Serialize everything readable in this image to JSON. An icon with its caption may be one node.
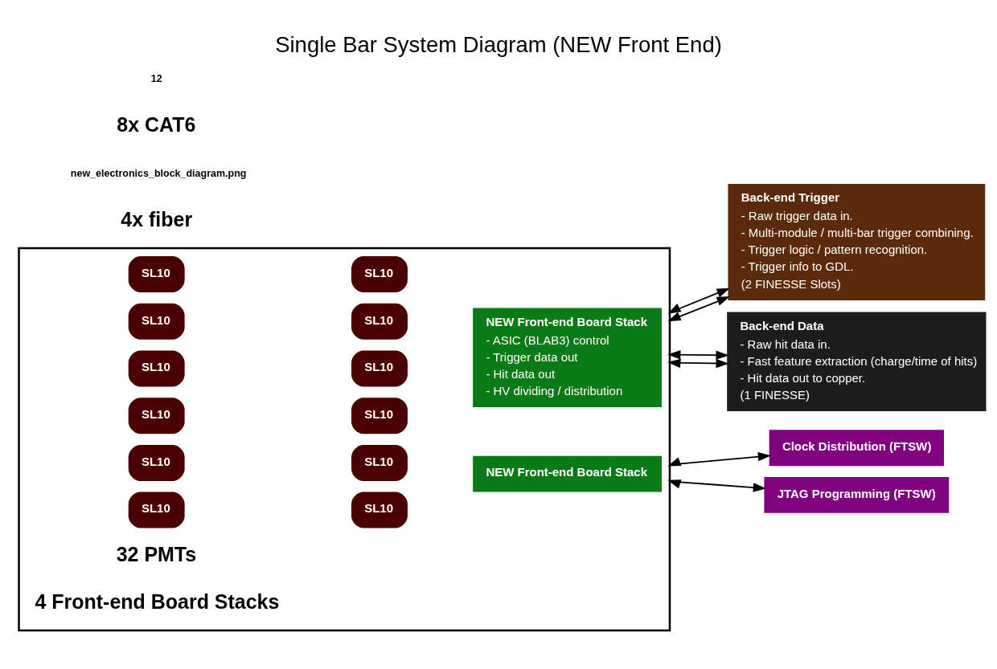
{
  "diagram": {
    "title": "Single Bar System Diagram (NEW Front End)",
    "nodes": [
      {
        "text": [],
        "shape": "box"
      },
      {
        "text": [
          "SL10"
        ],
        "in": 0
      },
      {
        "text": [
          "SL10"
        ],
        "in": 0
      },
      {
        "text": [
          "SL10"
        ],
        "in": 0
      },
      {
        "text": [
          "SL10"
        ],
        "in": 0
      },
      {
        "text": [
          "SL10"
        ],
        "in": 0
      },
      {
        "text": [
          "SL10"
        ],
        "in": 0
      },
      {
        "text": [
          "SL10"
        ],
        "in": 0
      },
      {
        "text": [
          "SL10"
        ],
        "in": 0
      },
      {
        "text": [
          "NEW Front-end Board Stack",
          "- ASIC (BLAB3) control",
          "- Trigger data out",
          "- Hit data out",
          "- HV dividing / distribution"
        ],
        "in": 0
      },
      {
        "text": [
          "SL10"
        ],
        "in": 0
      },
      {
        "text": [
          "SL10"
        ],
        "in": 0
      },
      {
        "text": [
          "SL10"
        ],
        "in": 0
      },
      {
        "text": [
          "SL10"
        ],
        "in": 0
      },
      {
        "text": [
          "NEW Front-end Board Stack"
        ],
        "in": 0
      },
      {
        "text": [
          "Back-end Trigger",
          "- Raw trigger data in.",
          "- Multi-module / multi-bar trigger combining.",
          "- Trigger logic / pattern recognition.",
          "- Trigger info to GDL.",
          "(2 FINESSE Slots)"
        ]
      },
      {
        "text": [
          "Back-end Data",
          "- Raw hit data in.",
          "- Fast feature extraction (charge/time of hits)",
          "- Hit data out to copper.",
          "(1 FINESSE)"
        ]
      },
      {
        "text": [
          "Clock Distribution (FTSW)"
        ]
      },
      {
        "text": [
          "JTAG Programming (FTSW)"
        ]
      }
    ],
    "edges": [
      {
        "from": 0,
        "to": 15,
        "arrow": "both"
      },
      {
        "from": 0,
        "to": 15,
        "arrow": "both"
      },
      {
        "from": 0,
        "to": 16,
        "arrow": "both"
      },
      {
        "from": 0,
        "to": 16,
        "arrow": "both"
      },
      {
        "from": 0,
        "to": 17,
        "arrow": "both"
      },
      {
        "from": 0,
        "to": 18,
        "arrow": "both"
      }
    ],
    "labels": [
      "4x fiber",
      "new_electronics_block_diagram.png",
      "32 PMTs",
      "4 Front-end Board Stacks",
      "8x CAT6",
      "12"
    ]
  }
}
